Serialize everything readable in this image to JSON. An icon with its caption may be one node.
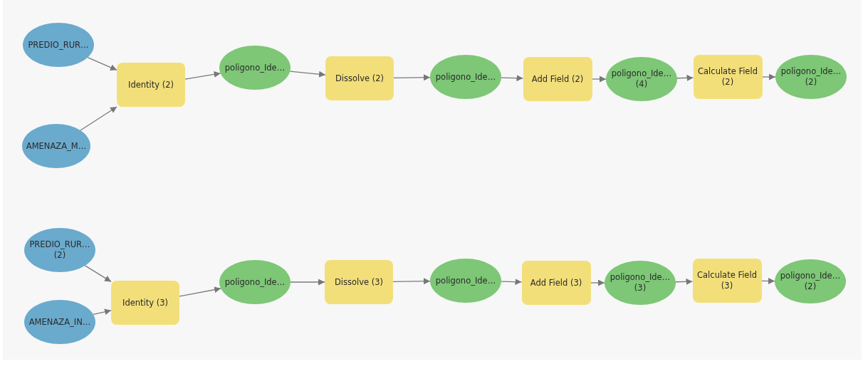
{
  "diagram": {
    "nodes": [
      {
        "text": [
          "PREDIO_RUR…"
        ]
      },
      {
        "text": [
          "AMENAZA_M…"
        ]
      },
      {
        "text": [
          "Identity (2)"
        ]
      },
      {
        "text": [
          "poligono_Ide…"
        ]
      },
      {
        "text": [
          "Dissolve (2)"
        ]
      },
      {
        "text": [
          "poligono_Ide…"
        ]
      },
      {
        "text": [
          "Add Field (2)"
        ]
      },
      {
        "text": [
          "poligono_Ide… (4)"
        ]
      },
      {
        "text": [
          "Calculate Field (2)"
        ]
      },
      {
        "text": [
          "poligono_Ide… (2)"
        ]
      },
      {
        "text": [
          "PREDIO_RUR… (2)"
        ]
      },
      {
        "text": [
          "AMENAZA_IN…"
        ]
      },
      {
        "text": [
          "Identity (3)"
        ]
      },
      {
        "text": [
          "poligono_Ide…"
        ]
      },
      {
        "text": [
          "Dissolve (3)"
        ]
      },
      {
        "text": [
          "poligono_Ide…"
        ]
      },
      {
        "text": [
          "Add Field (3)"
        ]
      },
      {
        "text": [
          "poligono_Ide… (3)"
        ]
      },
      {
        "text": [
          "Calculate Field (3)"
        ]
      },
      {
        "text": [
          "poligono_Ide… (2)"
        ]
      }
    ],
    "edges": [
      {
        "from": 0,
        "to": 2,
        "arrow": "to"
      },
      {
        "from": 1,
        "to": 2,
        "arrow": "to"
      },
      {
        "from": 2,
        "to": 3,
        "arrow": "to"
      },
      {
        "from": 3,
        "to": 4,
        "arrow": "to"
      },
      {
        "from": 4,
        "to": 5,
        "arrow": "to"
      },
      {
        "from": 5,
        "to": 6,
        "arrow": "to"
      },
      {
        "from": 6,
        "to": 7,
        "arrow": "to"
      },
      {
        "from": 7,
        "to": 8,
        "arrow": "to"
      },
      {
        "from": 8,
        "to": 9,
        "arrow": "to"
      },
      {
        "from": 10,
        "to": 12,
        "arrow": "to"
      },
      {
        "from": 11,
        "to": 12,
        "arrow": "to"
      },
      {
        "from": 12,
        "to": 13,
        "arrow": "to"
      },
      {
        "from": 13,
        "to": 14,
        "arrow": "to"
      },
      {
        "from": 14,
        "to": 15,
        "arrow": "to"
      },
      {
        "from": 15,
        "to": 16,
        "arrow": "to"
      },
      {
        "from": 16,
        "to": 17,
        "arrow": "to"
      },
      {
        "from": 17,
        "to": 18,
        "arrow": "to"
      },
      {
        "from": 18,
        "to": 19,
        "arrow": "to"
      }
    ]
  }
}
